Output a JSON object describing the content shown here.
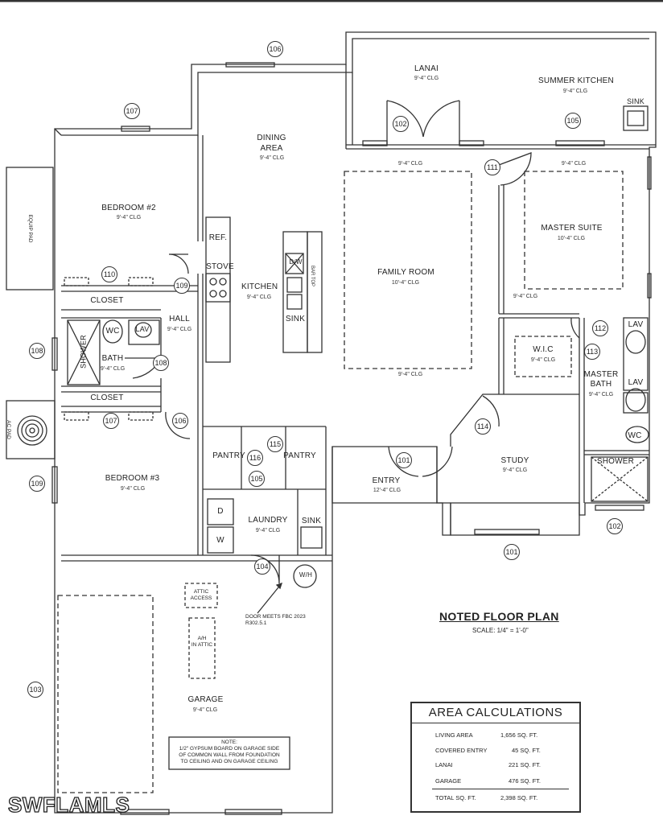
{
  "rooms": {
    "lanai": {
      "name": "LANAI",
      "clg": "9'-4\" CLG"
    },
    "summer_kitchen": {
      "name": "SUMMER KITCHEN",
      "clg": "9'-4\" CLG"
    },
    "dining": {
      "name": "DINING\nAREA",
      "clg": "9'-4\" CLG"
    },
    "bedroom2": {
      "name": "BEDROOM #2",
      "clg": "9'-4\" CLG"
    },
    "family_room": {
      "name": "FAMILY ROOM",
      "clg": "10'-4\" CLG"
    },
    "master_suite": {
      "name": "MASTER SUITE",
      "clg": "10'-4\" CLG"
    },
    "kitchen": {
      "name": "KITCHEN",
      "clg": "9'-4\" CLG"
    },
    "hall": {
      "name": "HALL",
      "clg": "9'-4\" CLG"
    },
    "bath": {
      "name": "BATH",
      "clg": "9'-4\" CLG"
    },
    "wic": {
      "name": "W.I.C",
      "clg": "9'-4\" CLG"
    },
    "master_bath": {
      "name": "MASTER\nBATH",
      "clg": "9'-4\" CLG"
    },
    "study": {
      "name": "STUDY",
      "clg": "9'-4\" CLG"
    },
    "entry": {
      "name": "ENTRY",
      "clg": "12'-4\" CLG"
    },
    "bedroom3": {
      "name": "BEDROOM #3",
      "clg": "9'-4\" CLG"
    },
    "laundry": {
      "name": "LAUNDRY",
      "clg": "9'-4\" CLG"
    },
    "garage": {
      "name": "GARAGE",
      "clg": "9'-4\" CLG"
    }
  },
  "ceiling_marks": {
    "fr_top": "9'-4\" CLG",
    "fr_bottom": "9'-4\" CLG",
    "ms_top": "9'-4\" CLG",
    "ms_left": "9'-4\" CLG"
  },
  "fixtures": {
    "closet_top": "CLOSET",
    "closet_bottom": "CLOSET",
    "ref": "REF.",
    "stove": "STOVE",
    "dw": "D/W",
    "sink_kitchen": "SINK",
    "bar_top": "BAR TOP",
    "wc_bath": "WC",
    "lav_bath": "LAV",
    "shower_bath": "SHOWER",
    "lav1": "LAV",
    "lav2": "LAV",
    "wc_master": "WC",
    "shower_master": "SHOWER",
    "sink_lanai": "SINK",
    "pantry1": "PANTRY",
    "pantry2": "PANTRY",
    "dryer": "D",
    "washer": "W",
    "sink_laundry": "SINK",
    "wh": "W/H",
    "attic": "ATTIC\nACCESS",
    "ah": "A/H\nIN ATTIC",
    "equip_pad": "EQUIP PAD",
    "ac_pad": "AC PAD",
    "door_note": "DOOR MEETS FBC 2023\nR302.5.1",
    "garage_note": "NOTE:\n1/2\" GYPSUM BOARD ON GARAGE SIDE\nOF COMMON WALL FROM FOUNDATION\nTO CEILING AND ON GARAGE CEILING"
  },
  "tags": [
    "106",
    "107",
    "102",
    "105",
    "111",
    "110",
    "109",
    "112",
    "108",
    "113",
    "107",
    "106",
    "115",
    "116",
    "105",
    "101",
    "114",
    "104",
    "109",
    "108",
    "102",
    "101",
    "103"
  ],
  "title": "NOTED FLOOR PLAN",
  "scale": "SCALE: 1/4\"  = 1'-0\"",
  "area_calc": {
    "heading": "AREA CALCULATIONS",
    "rows": [
      {
        "label": "LIVING AREA",
        "value": "1,656 SQ. FT."
      },
      {
        "label": "COVERED ENTRY",
        "value": "45 SQ. FT."
      },
      {
        "label": "LANAI",
        "value": "221 SQ. FT."
      },
      {
        "label": "GARAGE",
        "value": "476 SQ. FT."
      }
    ],
    "total_label": "TOTAL SQ. FT.",
    "total_value": "2,398 SQ. FT."
  },
  "watermark": "SWFLAMLS"
}
